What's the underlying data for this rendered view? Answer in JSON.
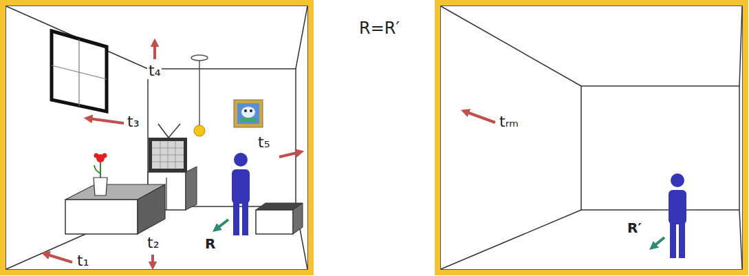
{
  "diagram": {
    "labels": [
      "t₄",
      "t₃",
      "t₅",
      "R",
      "t₁",
      "t₂",
      "R=R′",
      "tᵣₘ",
      "R′"
    ]
  }
}
